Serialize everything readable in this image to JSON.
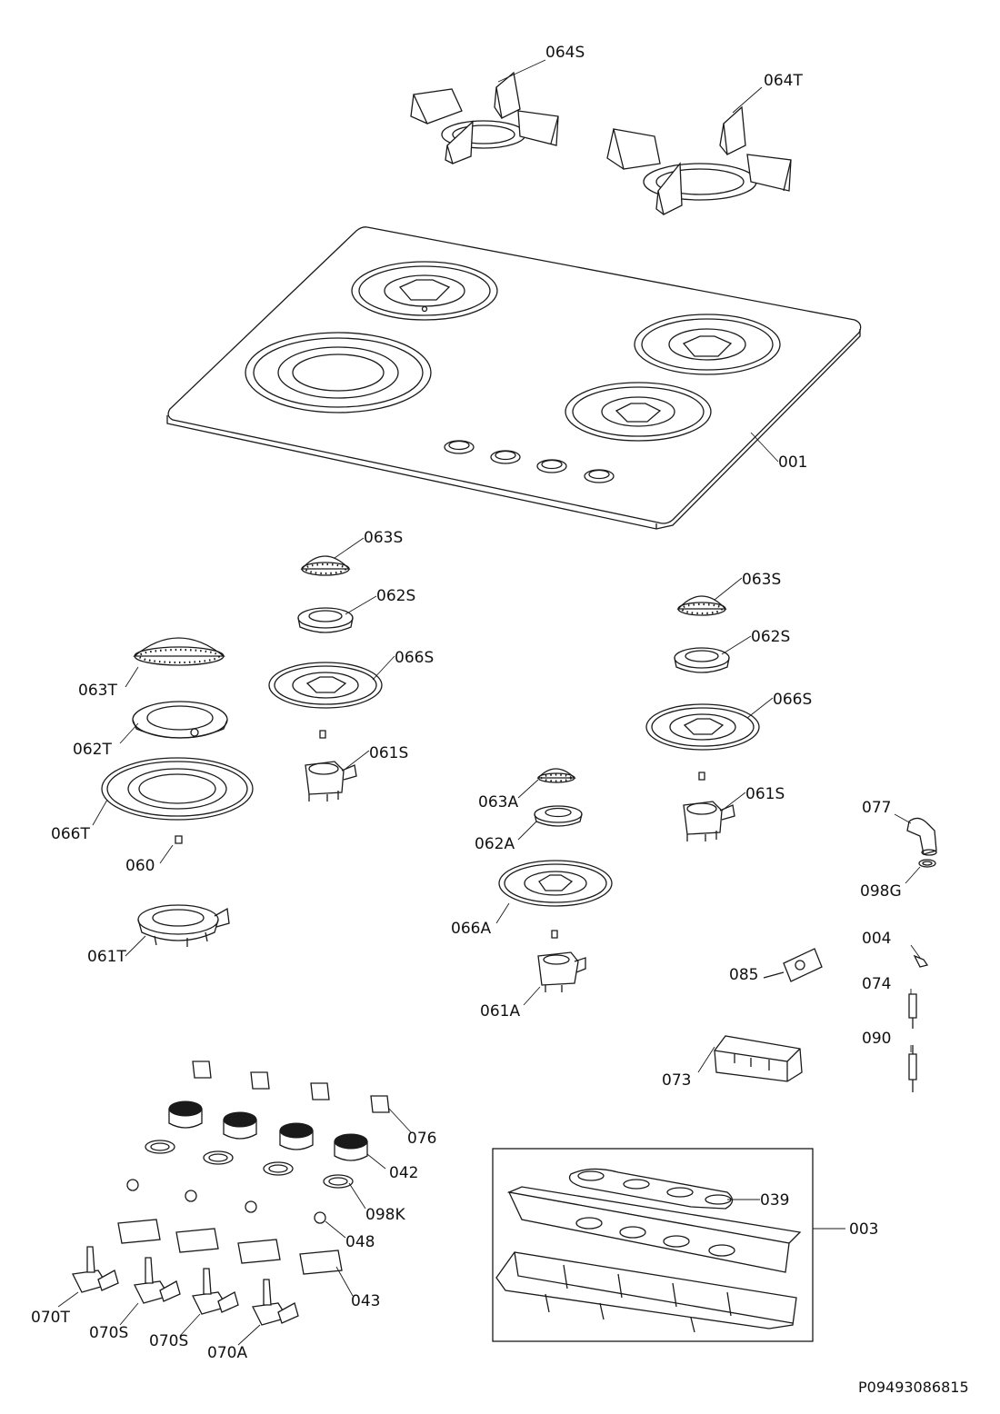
{
  "diagram": {
    "reference": "P09493086815",
    "labels": {
      "pan_support_small": "064S",
      "pan_support_large": "064T",
      "hob_top": "001",
      "cap_semi_left": "063S",
      "crown_semi_left": "062S",
      "ring_semi_left": "066S",
      "body_semi_left": "061S",
      "cap_triple": "063T",
      "crown_triple": "062T",
      "ring_triple": "066T",
      "screw": "060",
      "body_triple": "061T",
      "cap_semi_right": "063S",
      "crown_semi_right": "062S",
      "ring_semi_right": "066S",
      "body_semi_right": "061S",
      "cap_aux": "063A",
      "crown_aux": "062A",
      "ring_aux": "066A",
      "body_aux": "061A",
      "elbow": "077",
      "washer_g": "098G",
      "clip_004": "004",
      "bracket_085": "085",
      "thermocouple": "074",
      "electrode": "090",
      "ignition_unit": "073",
      "knob_clip": "076",
      "knob": "042",
      "bezel_washer": "098K",
      "spring": "048",
      "switch": "043",
      "valve_triple": "070T",
      "valve_semi_1": "070S",
      "valve_semi_2": "070S",
      "valve_aux": "070A",
      "control_panel_assembly": "003",
      "panel_seal": "039"
    }
  }
}
